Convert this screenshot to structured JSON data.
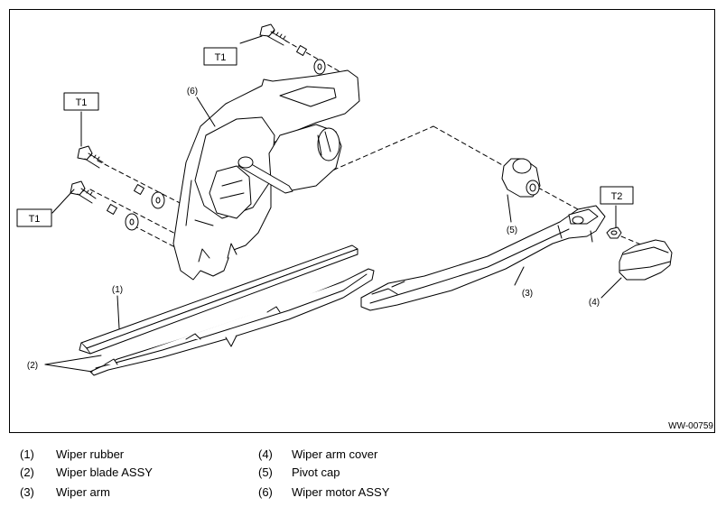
{
  "figure_code": "WW-00759",
  "torque_labels": {
    "t1_a": "T1",
    "t1_b": "T1",
    "t1_c": "T1",
    "t2": "T2"
  },
  "callouts": {
    "c1": "(1)",
    "c2": "(2)",
    "c3": "(3)",
    "c4": "(4)",
    "c5": "(5)",
    "c6": "(6)"
  },
  "legend": [
    {
      "num": "(1)",
      "text": "Wiper rubber"
    },
    {
      "num": "(2)",
      "text": "Wiper blade ASSY"
    },
    {
      "num": "(3)",
      "text": "Wiper arm"
    },
    {
      "num": "(4)",
      "text": "Wiper arm cover"
    },
    {
      "num": "(5)",
      "text": "Pivot cap"
    },
    {
      "num": "(6)",
      "text": "Wiper motor ASSY"
    }
  ]
}
